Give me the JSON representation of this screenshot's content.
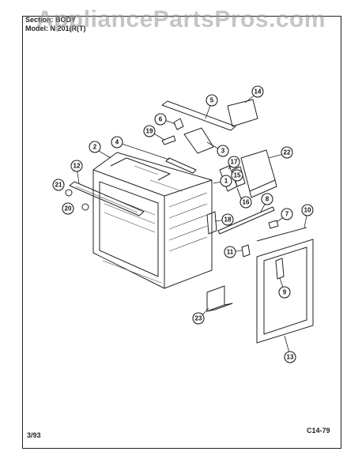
{
  "header": {
    "section_label": "Section: BODY",
    "model_label": "Model: N 201(R(T)"
  },
  "watermark": "AppliancePartsPros.com",
  "footer": {
    "date": "3/93",
    "code": "C14-79"
  },
  "callouts": [
    "1",
    "2",
    "3",
    "4",
    "5",
    "6",
    "7",
    "8",
    "9",
    "10",
    "11",
    "12",
    "13",
    "14",
    "15",
    "16",
    "17",
    "18",
    "19",
    "20",
    "21",
    "22",
    "23"
  ]
}
